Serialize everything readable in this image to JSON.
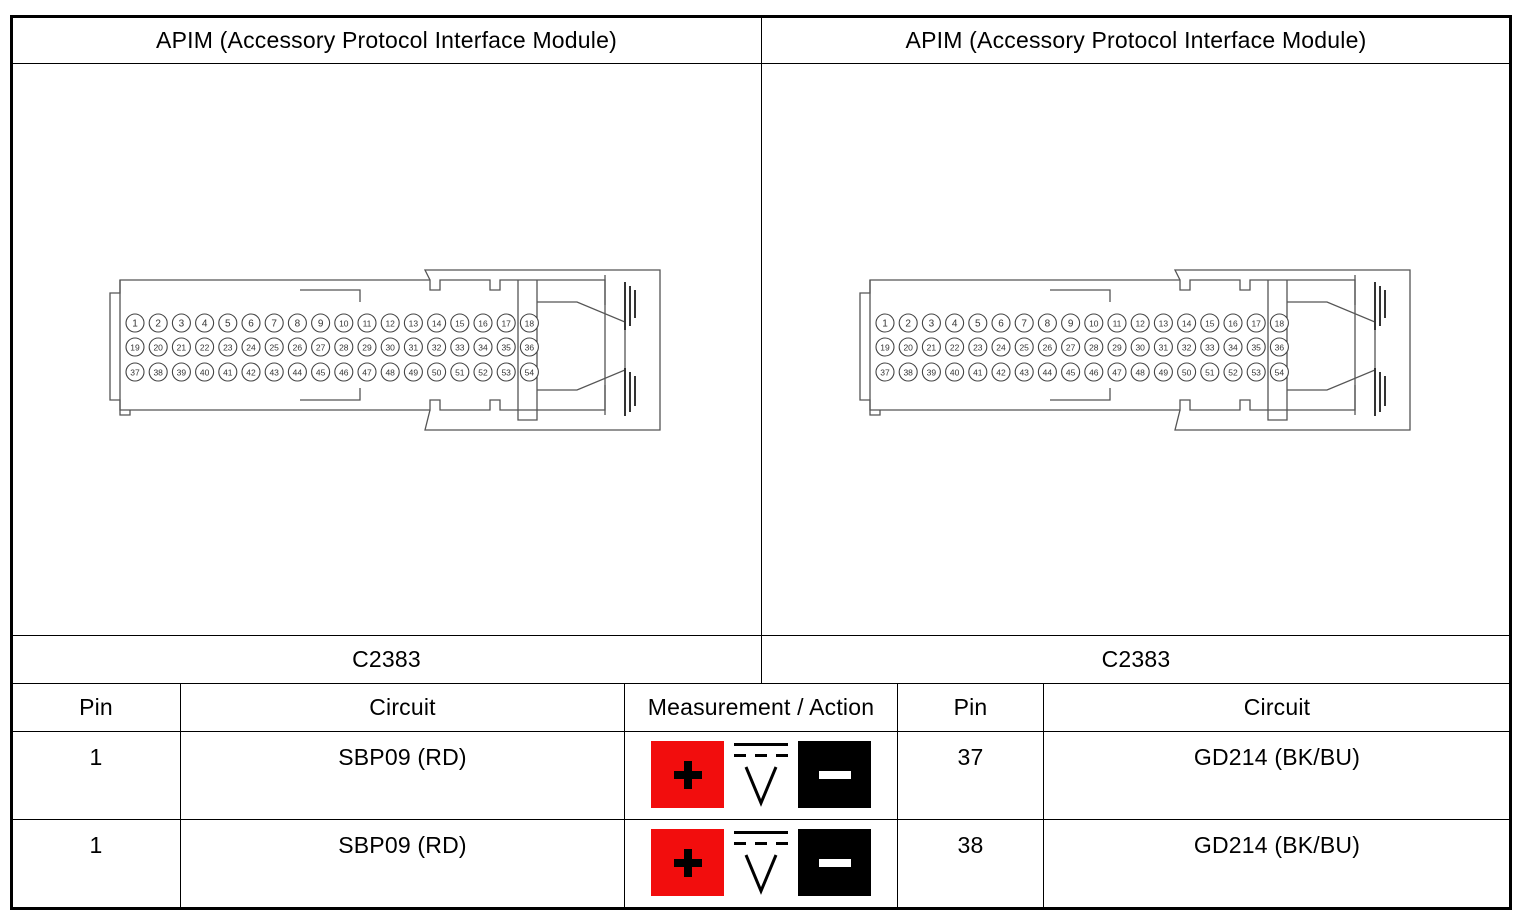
{
  "connectors": [
    {
      "title": "APIM (Accessory Protocol Interface Module)",
      "id": "C2383",
      "pins": [
        "1",
        "2",
        "3",
        "4",
        "5",
        "6",
        "7",
        "8",
        "9",
        "10",
        "11",
        "12",
        "13",
        "14",
        "15",
        "16",
        "17",
        "18",
        "19",
        "20",
        "21",
        "22",
        "23",
        "24",
        "25",
        "26",
        "27",
        "28",
        "29",
        "30",
        "31",
        "32",
        "33",
        "34",
        "35",
        "36",
        "37",
        "38",
        "39",
        "40",
        "41",
        "42",
        "43",
        "44",
        "45",
        "46",
        "47",
        "48",
        "49",
        "50",
        "51",
        "52",
        "53",
        "54"
      ]
    },
    {
      "title": "APIM (Accessory Protocol Interface Module)",
      "id": "C2383",
      "pins": [
        "1",
        "2",
        "3",
        "4",
        "5",
        "6",
        "7",
        "8",
        "9",
        "10",
        "11",
        "12",
        "13",
        "14",
        "15",
        "16",
        "17",
        "18",
        "19",
        "20",
        "21",
        "22",
        "23",
        "24",
        "25",
        "26",
        "27",
        "28",
        "29",
        "30",
        "31",
        "32",
        "33",
        "34",
        "35",
        "36",
        "37",
        "38",
        "39",
        "40",
        "41",
        "42",
        "43",
        "44",
        "45",
        "46",
        "47",
        "48",
        "49",
        "50",
        "51",
        "52",
        "53",
        "54"
      ]
    }
  ],
  "table": {
    "headers": {
      "pin1": "Pin",
      "circuit1": "Circuit",
      "measurement": "Measurement / Action",
      "pin2": "Pin",
      "circuit2": "Circuit"
    },
    "rows": [
      {
        "pin1": "1",
        "circuit1": "SBP09 (RD)",
        "measurement": "DC voltage",
        "pin2": "37",
        "circuit2": "GD214 (BK/BU)"
      },
      {
        "pin1": "1",
        "circuit1": "SBP09 (RD)",
        "measurement": "DC voltage",
        "pin2": "38",
        "circuit2": "GD214 (BK/BU)"
      }
    ]
  },
  "icons": {
    "positive_lead": "plus-icon",
    "negative_lead": "minus-icon",
    "dc_voltage": "dc-voltage-icon"
  },
  "colors": {
    "positive_lead": "#f20d0d",
    "negative_lead": "#000000"
  }
}
